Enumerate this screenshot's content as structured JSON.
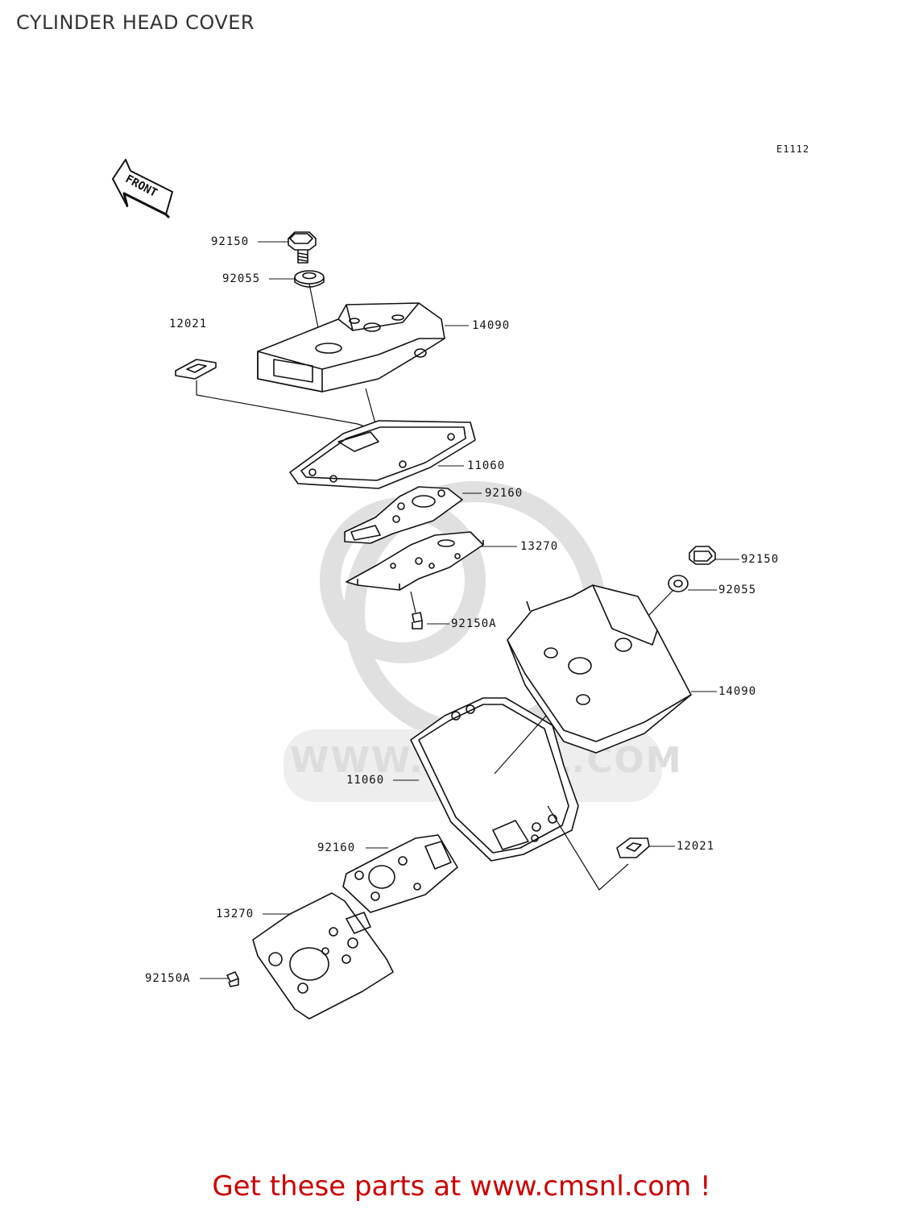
{
  "page": {
    "title": "CYLINDER HEAD COVER",
    "diagram_code": "E1112",
    "front_arrow_label": "FRONT",
    "watermark": "WWW.CMSNL.COM",
    "footer_link": "Get these parts at www.cmsnl.com !"
  },
  "parts_labels": {
    "p92150_top": "92150",
    "p92055_top": "92055",
    "p12021_top": "12021",
    "p14090_top": "14090",
    "p11060_top": "11060",
    "p92160_top": "92160",
    "p13270_top": "13270",
    "p92150A_top": "92150A",
    "p92150_right": "92150",
    "p92055_right": "92055",
    "p14090_right": "14090",
    "p11060_bottom": "11060",
    "p12021_bottom": "12021",
    "p92160_bottom": "92160",
    "p13270_bottom": "13270",
    "p92150A_bottom": "92150A"
  },
  "colors": {
    "line": "#111111",
    "watermark": "#dddddd",
    "footer": "#cc0000"
  }
}
